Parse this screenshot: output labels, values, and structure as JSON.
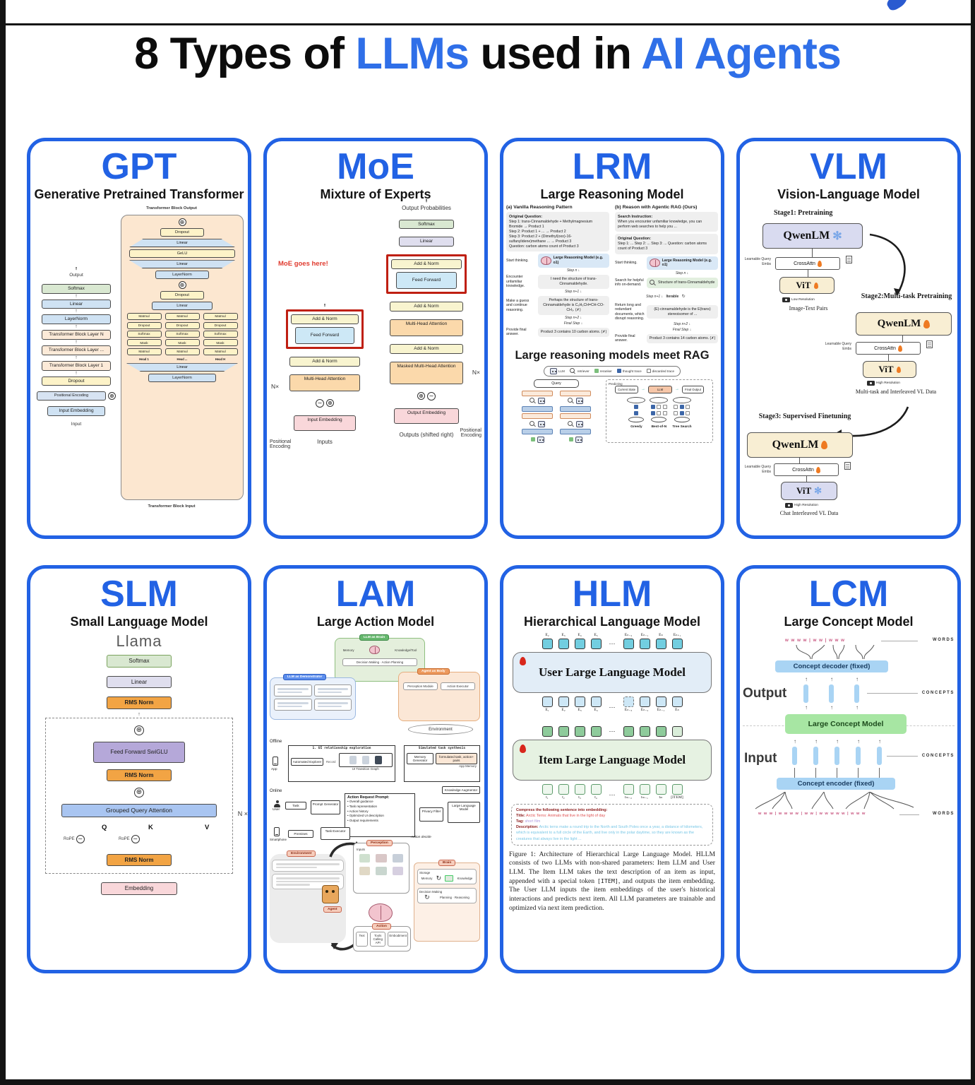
{
  "icons": {
    "snowflake": "✻",
    "plus": "⊕",
    "sine": "∼",
    "refresh": "↻"
  },
  "page": {
    "title_1": "8 Types of ",
    "title_2": "LLMs",
    "title_3": " used in ",
    "title_4": "AI Agents",
    "accent_color": "#2f6fe8",
    "card_border_color": "#2262e4"
  },
  "gpt": {
    "acronym": "GPT",
    "subtitle": "Generative Pretrained Transformer",
    "output_label": "Output",
    "input_label": "Input",
    "left_stack": [
      {
        "t": "Softmax",
        "c": "green"
      },
      {
        "t": "Linear",
        "c": "blue"
      },
      {
        "t": "LayerNorm",
        "c": "blue"
      },
      {
        "t": "Transformer Block Layer N",
        "c": "peach"
      },
      {
        "t": "Transformer Block Layer ...",
        "c": "peach"
      },
      {
        "t": "Transformer Block Layer 1",
        "c": "peach"
      },
      {
        "t": "Dropout",
        "c": "yellow"
      }
    ],
    "pos_enc": "Positional Encoding",
    "input_emb": "Input Embedding",
    "blk_out": "Transformer Block Output",
    "blk_in": "Transformer Block Input",
    "r_dropout": "Dropout",
    "r_linear": "Linear",
    "r_gelu": "GeLU",
    "r_layernorm": "LayerNorm",
    "attn_col": [
      "Matmul",
      "Dropout",
      "Softmax",
      "Mask",
      "Matmul"
    ],
    "heads": [
      "Head 1",
      "Head ...",
      "Head H"
    ]
  },
  "moe": {
    "acronym": "MoE",
    "subtitle": "Mixture of Experts",
    "note": "MoE goes here!",
    "output_prob": "Output Probabilities",
    "softmax": "Softmax",
    "linear": "Linear",
    "add_norm": "Add & Norm",
    "feed_forward": "Feed Forward",
    "mha": "Multi-Head Attention",
    "masked_mha": "Masked Multi-Head Attention",
    "pos_enc": "Positional Encoding",
    "input_emb": "Input Embedding",
    "output_emb": "Output Embedding",
    "inputs": "Inputs",
    "outputs": "Outputs (shifted right)",
    "nx": "N×"
  },
  "lrm": {
    "acronym": "LRM",
    "subtitle": "Large Reasoning Model",
    "col_a_title": "(a) Vanilla Reasoning Pattern",
    "col_b_title": "(b) Reason with Agentic RAG (Ours)",
    "a_question_title": "Original Question:",
    "a_question_lines": [
      "Step 1: trans-Cinnamaldehyde + Methylmagnesium Bromide → Product 1",
      "Step 2: Product 1 + ... → Product 2",
      "Step 3: Product 2 + (Dimethyl(oxo)-16-sulfanylidene)methane ... → Product 3",
      "Question: carbon atoms count of Product 3"
    ],
    "b_search_title": "Search Instruction:",
    "b_search_text": "When you encounter unfamiliar knowledge, you can perform web searches to help you ...",
    "b_question_title": "Original Question:",
    "b_question_text": "Step 1: ... Step 2: ... Step 3: ... Question: carbon atoms count of Product 3",
    "lrm_box": "Large Reasoning Model (e.g. o1)",
    "steps": {
      "n": "Step n",
      "n1": "Step n+1",
      "n2": "Step n+2",
      "final": "Final Step",
      "iterable": "Iterable"
    },
    "a_rows": [
      {
        "label": "Start thinking.",
        "text": ""
      },
      {
        "label": "Encounter unfamiliar knowledge.",
        "text": "I need the structure of trans-Cinnamaldehyde."
      },
      {
        "label": "Make a guess and continue reasoning.",
        "text": "Perhaps the structure of trans-Cinnamaldehyde is C₆H₅CH=CH-CO-CH₃. (✗)"
      },
      {
        "label": "Provide final answer.",
        "text": "Product 3 contains 10 carbon atoms. (✗)"
      }
    ],
    "b_rows": [
      {
        "label": "Start thinking.",
        "text": ""
      },
      {
        "label": "Search for helpful info on-demand.",
        "text": "Structure of trans-Cinnamaldehyde"
      },
      {
        "label": "Return long and redundant documents, which disrupt reasoning.",
        "text": "(E)-cinnamaldehyde is the E(trans) stereoisomer of ..."
      },
      {
        "label": "Provide final answer.",
        "text": "Product 3 contains 14 carbon atoms. (✗)"
      }
    ],
    "meet_rag_title": "Large reasoning models meet RAG",
    "legend": [
      "LLM",
      "retriever",
      "reranker",
      "thought trace",
      "discarded trace"
    ],
    "query": "Query",
    "predicting": "Predicting",
    "cur_state": "Current State",
    "pred_llm": "LLM",
    "final_output": "Final Output",
    "tree_labels": [
      "Greedy",
      "Best-of-N",
      "Tree Search"
    ]
  },
  "vlm": {
    "acronym": "VLM",
    "subtitle": "Vision-Language Model",
    "stage1": "Stage1: Pretraining",
    "stage2": "Stage2:Multi-task Pretraining",
    "stage3": "Stage3: Supervised Finetuning",
    "qwenlm": "QwenLM",
    "vit": "ViT",
    "crossattn": "CrossAttn",
    "learnable": "Learnable Query Embs",
    "low_res": "Low Resolution",
    "high_res": "High Resolution",
    "s1_data": "Image-Text Pairs",
    "s2_data": "Multi-task and Interleaved VL Data",
    "s3_data": "Chat Interleaved VL Data"
  },
  "slm": {
    "acronym": "SLM",
    "subtitle": "Small Language Model",
    "model": "Llama",
    "softmax": "Softmax",
    "linear": "Linear",
    "rms": "RMS Norm",
    "ffn": "Feed Forward SwiGLU",
    "gqa": "Grouped Query Attention",
    "q": "Q",
    "k": "K",
    "v": "V",
    "rope": "RoPE",
    "nx": "N ×",
    "embedding": "Embedding"
  },
  "lam": {
    "acronym": "LAM",
    "subtitle": "Large Action Model",
    "top": {
      "brain_chip": "LLM as Brain",
      "demo_chip": "LLM as Demonstrator",
      "body_chip": "Agent as Body",
      "memory": "Memory",
      "knowledge": "Knowledge/Tool",
      "planning": "Decision Making · Action Planning",
      "perception": "Perception Module",
      "executor": "Action Executor",
      "environment": "Environment"
    },
    "mid": {
      "offline": "Offline",
      "online": "Online",
      "app": "App",
      "user": "User",
      "smartphone": "Smartphone",
      "explore_title": "1. UI relationship exploration",
      "automated": "Automated Explorer",
      "record": "Record",
      "ui_graph": "UI Transition Graph",
      "synth_title": "Simulated task synthesis",
      "memory_gen": "Memory Generator",
      "task_pairs": "formulated task, action+ pairs",
      "app_memory": "App Memory",
      "task": "Task",
      "prompt_gen": "Prompt Generator",
      "arp_title": "Action Request Prompt:",
      "arp_items": [
        "Overall guidance",
        "Task representation",
        "Action history",
        "Optimized UI description",
        "Output requirements"
      ],
      "privacy": "Privacy Filter",
      "llm": "Large Language Model",
      "knowledge_aug": "Knowledge Augmentor",
      "premises": "Premises",
      "task_exec": "Task Executor",
      "action_decide": "Action decide"
    },
    "bottom": {
      "perception": "Perception",
      "inputs": "Inputs",
      "brain": "Brain",
      "action": "Action",
      "agent": "Agent",
      "environment": "Environment",
      "storage": "Storage",
      "memory": "Memory",
      "knowledge": "Knowledge",
      "decision": "Decision Making",
      "planning": "Planning",
      "reasoning": "Reasoning",
      "text": "Text",
      "tools": "Tools",
      "calling_api": "Calling API",
      "embodiment": "Embodiment"
    }
  },
  "hlm": {
    "acronym": "HLM",
    "subtitle": "Hierarchical Language Model",
    "top_tokens": [
      {
        "t": "E₂"
      },
      {
        "t": "E₃"
      },
      {
        "t": "E₄"
      },
      {
        "t": "E₅"
      },
      {
        "t": "⋯",
        "c": "dots"
      },
      {
        "t": "Eₙ₋₂"
      },
      {
        "t": "Eₙ₋₁"
      },
      {
        "t": "Eₙ"
      },
      {
        "t": "Eₙ₊₁"
      }
    ],
    "user_llm": "User Large Language Model",
    "in_tokens": [
      {
        "t": "E₁"
      },
      {
        "t": "E₂"
      },
      {
        "t": "E₃"
      },
      {
        "t": "E₄"
      },
      {
        "t": "⋯",
        "c": "dots"
      },
      {
        "t": "Eₙ₋₃",
        "c": "dashed"
      },
      {
        "t": "Eₙ₋₂"
      },
      {
        "t": "Eₙ₋₁"
      },
      {
        "t": "Eₙ"
      }
    ],
    "item_out_tokens": [
      {
        "t": ""
      },
      {
        "t": ""
      },
      {
        "t": ""
      },
      {
        "t": ""
      },
      {
        "t": "⋯",
        "c": "dots"
      },
      {
        "t": ""
      },
      {
        "t": ""
      },
      {
        "t": ""
      },
      {
        "t": "",
        "c": "fade"
      }
    ],
    "item_llm": "Item Large Language Model",
    "bot_tokens": [
      {
        "t": "t₁"
      },
      {
        "t": "t₂"
      },
      {
        "t": "t₃"
      },
      {
        "t": "t₄"
      },
      {
        "t": "⋯",
        "c": "dots"
      },
      {
        "t": "tₘ₋₂"
      },
      {
        "t": "tₘ₋₁"
      },
      {
        "t": "tₘ"
      },
      {
        "t": "[ITEM]"
      }
    ],
    "prompt": {
      "l1": "Compress the following sentence into embedding:",
      "title_k": "Title:",
      "title_v": "Arctic Terns: Animals that live in the light of day",
      "tag_k": "Tag:",
      "tag_v": "short film",
      "desc_k": "Description:",
      "desc_v": "Arctic terns make a round trip to the North and South Poles once a year, a distance of kilometers, which is equivalent to a full circle of the Earth, and live only in the polar daytime, so they are known as the creatures that always live in the light ..."
    },
    "caption_1": "Figure 1: Architecture of Hierarchical Large Language Model. HLLM consists of two LLMs with non-shared parameters: Item LLM and User LLM. The Item LLM takes the text description of an item as input, appended with a special token ",
    "caption_tok": "[ITEM]",
    "caption_2": ", and outputs the item embedding. The User LLM inputs the item embeddings of the user's historical interactions and predicts next item. All LLM parameters are trainable and optimized via next item prediction."
  },
  "lcm": {
    "acronym": "LCM",
    "subtitle": "Large Concept Model",
    "words_top": "w w w w   |   w w   |   w w w",
    "words_bottom": "w w w  |  w w w w  |  w w  |  w w w w w  |  w w w",
    "decoder": "Concept decoder (fixed)",
    "encoder": "Concept encoder (fixed)",
    "model": "Large Concept Model",
    "words_label": "WORDS",
    "concepts_label": "CONCEPTS",
    "output": "Output",
    "input": "Input"
  }
}
